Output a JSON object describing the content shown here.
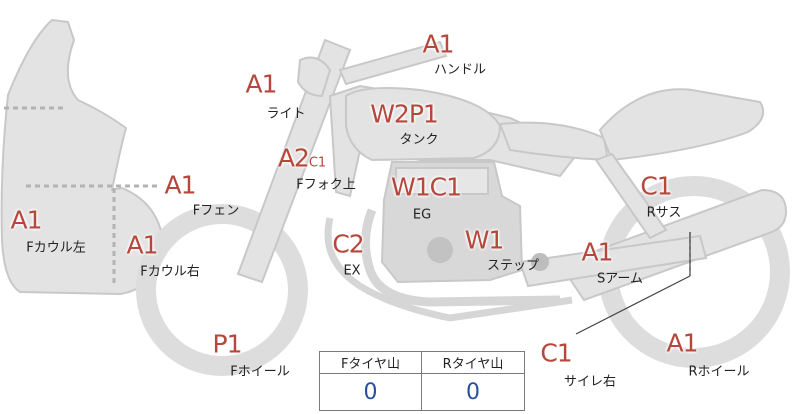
{
  "parts": [
    {
      "id": "handle",
      "grade": "A1",
      "label": "ハンドル"
    },
    {
      "id": "light",
      "grade": "A1",
      "label": "ライト"
    },
    {
      "id": "tank",
      "grade": "W2P1",
      "label": "タンク"
    },
    {
      "id": "fork-upper",
      "grade": "A2",
      "grade_extra": "C1",
      "label": "Fフォク上"
    },
    {
      "id": "front-fender",
      "grade": "A1",
      "label": "Fフェン"
    },
    {
      "id": "cowl-left",
      "grade": "A1",
      "label": "Fカウル左"
    },
    {
      "id": "cowl-right",
      "grade": "A1",
      "label": "Fカウル右"
    },
    {
      "id": "engine",
      "grade": "W1C1",
      "label": "EG"
    },
    {
      "id": "exhaust",
      "grade": "C2",
      "label": "EX"
    },
    {
      "id": "step",
      "grade": "W1",
      "label": "ステップ"
    },
    {
      "id": "rear-shock",
      "grade": "C1",
      "label": "Rサス"
    },
    {
      "id": "swingarm",
      "grade": "A1",
      "label": "Sアーム"
    },
    {
      "id": "front-wheel",
      "grade": "P1",
      "label": "Fホイール"
    },
    {
      "id": "muffler-right",
      "grade": "C1",
      "label": "サイレ右"
    },
    {
      "id": "rear-wheel",
      "grade": "A1",
      "label": "Rホイール"
    }
  ],
  "tire_table": {
    "front_header": "Fタイヤ山",
    "rear_header": "Rタイヤ山",
    "front_value": "0",
    "rear_value": "0"
  },
  "colors": {
    "grade_text": "#b5473c",
    "silhouette": "#e3e3e3",
    "outline": "#c8c8c8",
    "table_value": "#2a4f9a"
  }
}
